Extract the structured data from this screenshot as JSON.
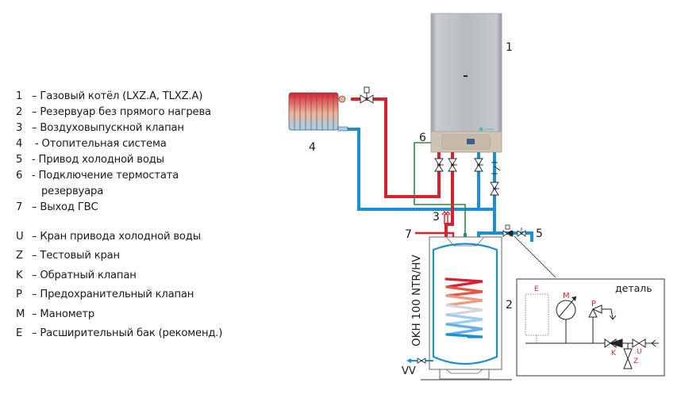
{
  "legend_numbers": [
    {
      "key": "1",
      "text": "– Газовый котёл (LXZ.A, TLXZ.A)"
    },
    {
      "key": "2",
      "text": "– Резервуар без прямого нагрева"
    },
    {
      "key": "3",
      "text": "– Воздуховыпускной клапан"
    },
    {
      "key": "4",
      "text": " - Отопительная система"
    },
    {
      "key": "5",
      "text": "- Привод холодной воды"
    },
    {
      "key": "6",
      "text": "- Подключение термостата"
    },
    {
      "key": "",
      "text": "резервуара"
    },
    {
      "key": "7",
      "text": "– Выход ГВС"
    }
  ],
  "legend_letters": [
    {
      "key": "U",
      "text": "– Кран привода холодной воды"
    },
    {
      "key": "Z",
      "text": "– Тестовый кран"
    },
    {
      "key": "K",
      "text": "– Обратный клапан"
    },
    {
      "key": "P",
      "text": "– Предохранительный клапан"
    },
    {
      "key": "M",
      "text": "– Манометр"
    },
    {
      "key": "E",
      "text": "– Расширительный бак (рекоменд.)"
    }
  ],
  "diagram": {
    "labels": {
      "boiler": "1",
      "tank": "2",
      "air_vent": "3",
      "heating": "4",
      "cold_supply": "5",
      "thermostat": "6",
      "dhw_out": "7",
      "drain": "VV",
      "tank_model": "OKH 100 NTR/HV"
    },
    "detail": {
      "title": "деталь",
      "E": "E",
      "M": "M",
      "P": "P",
      "K": "K",
      "U": "U",
      "Z": "Z"
    }
  },
  "colors": {
    "hot_pipe": "#d8202e",
    "cold_pipe": "#1a8fd6",
    "thermostat_wire": "#2e8b3e",
    "detail_letter": "#d32630"
  }
}
